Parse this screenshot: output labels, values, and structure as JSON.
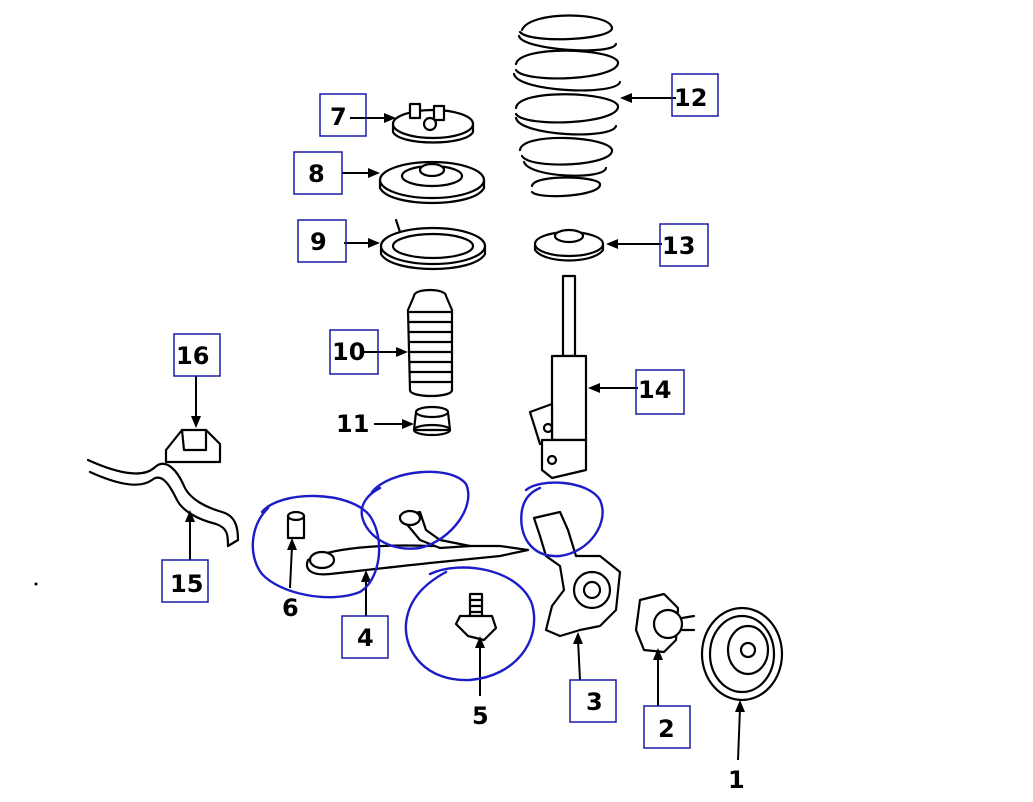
{
  "callouts": [
    {
      "id": "1",
      "label": "1"
    },
    {
      "id": "2",
      "label": "2"
    },
    {
      "id": "3",
      "label": "3"
    },
    {
      "id": "4",
      "label": "4"
    },
    {
      "id": "5",
      "label": "5"
    },
    {
      "id": "6",
      "label": "6"
    },
    {
      "id": "7",
      "label": "7"
    },
    {
      "id": "8",
      "label": "8"
    },
    {
      "id": "9",
      "label": "9"
    },
    {
      "id": "10",
      "label": "10"
    },
    {
      "id": "11",
      "label": "11"
    },
    {
      "id": "12",
      "label": "12"
    },
    {
      "id": "13",
      "label": "13"
    },
    {
      "id": "14",
      "label": "14"
    },
    {
      "id": "15",
      "label": "15"
    },
    {
      "id": "16",
      "label": "16"
    }
  ],
  "annotation": {
    "ink_color": "#1c1cc8",
    "box_color": "#1a1aa8",
    "circled_parts": [
      "4-lower-control-arm-front",
      "4-lower-control-arm-rear",
      "3-steering-knuckle-upper",
      "5-ball-joint"
    ]
  }
}
